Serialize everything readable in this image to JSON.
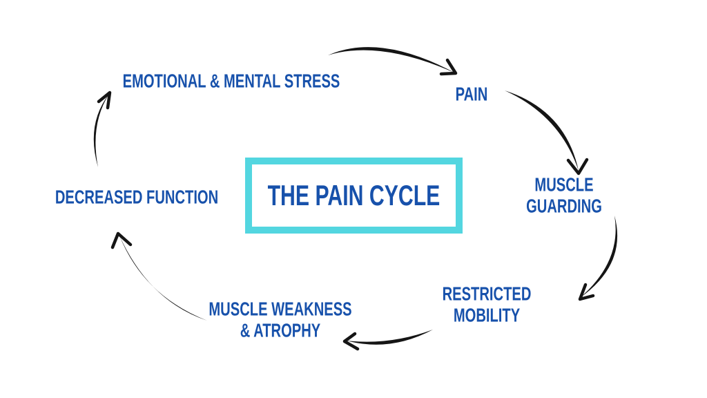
{
  "diagram": {
    "type": "cycle",
    "center_box": {
      "label": "THE PAIN CYCLE"
    },
    "nodes": [
      {
        "id": "emotional-mental-stress",
        "label": "EMOTIONAL & MENTAL STRESS"
      },
      {
        "id": "pain",
        "label": "PAIN"
      },
      {
        "id": "muscle-guarding",
        "label": "MUSCLE GUARDING"
      },
      {
        "id": "restricted-mobility",
        "label": "RESTRICTED MOBILITY"
      },
      {
        "id": "muscle-weakness-atrophy",
        "label": "MUSCLE WEAKNESS\n& ATROPHY"
      },
      {
        "id": "decreased-function",
        "label": "DECREASED FUNCTION"
      }
    ],
    "edges": [
      {
        "from": "emotional-mental-stress",
        "to": "pain"
      },
      {
        "from": "pain",
        "to": "muscle-guarding"
      },
      {
        "from": "muscle-guarding",
        "to": "restricted-mobility"
      },
      {
        "from": "restricted-mobility",
        "to": "muscle-weakness-atrophy"
      },
      {
        "from": "muscle-weakness-atrophy",
        "to": "decreased-function"
      },
      {
        "from": "decreased-function",
        "to": "emotional-mental-stress"
      }
    ],
    "colors": {
      "background": "#ffffff",
      "label_text": "#1751ab",
      "title_text": "#1751ab",
      "box_border": "#53d6e0",
      "arrow": "#151515"
    }
  }
}
